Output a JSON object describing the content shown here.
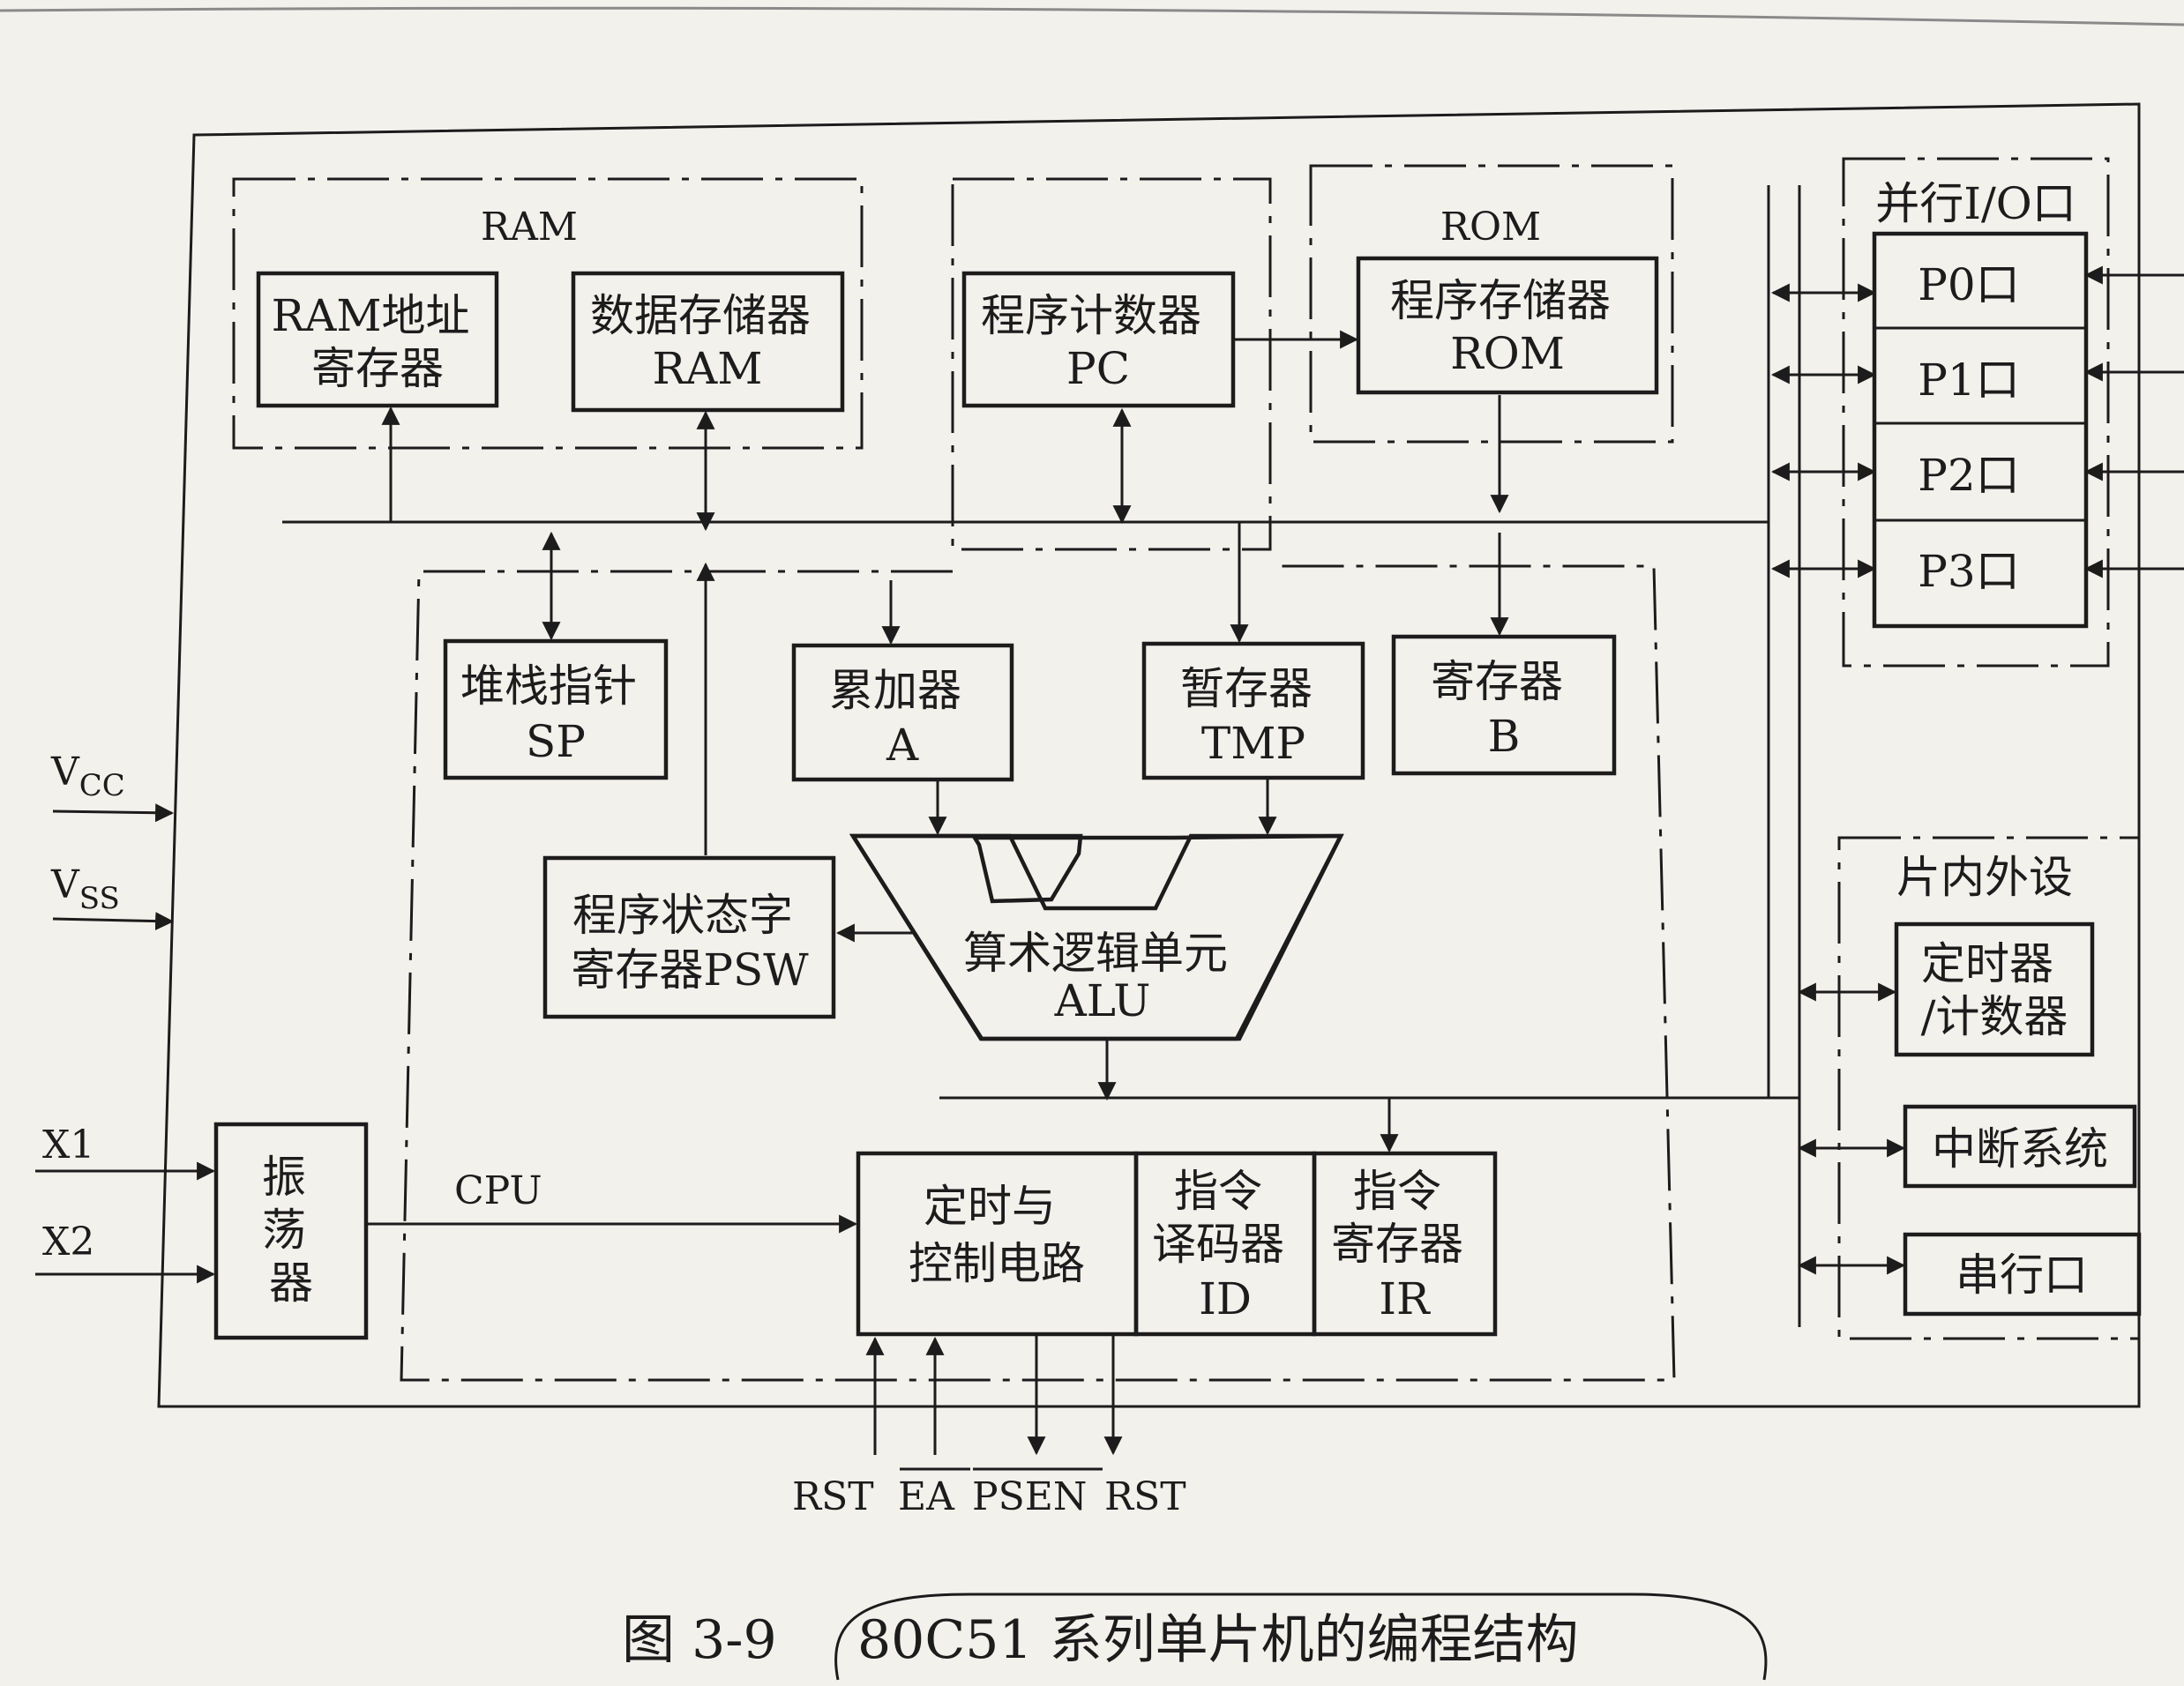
{
  "diagram": {
    "blocks": {
      "ram_group": "RAM",
      "ram_addr": [
        "RAM地址",
        "寄存器"
      ],
      "data_mem": [
        "数据存储器",
        "RAM"
      ],
      "pc": [
        "程序计数器",
        "PC"
      ],
      "rom_group": "ROM",
      "prog_mem": [
        "程序存储器",
        "ROM"
      ],
      "io_group": "并行I/O口",
      "p0": "P0口",
      "p1": "P1口",
      "p2": "P2口",
      "p3": "P3口",
      "sp": [
        "堆栈指针",
        "SP"
      ],
      "acc": [
        "累加器",
        "A"
      ],
      "tmp": [
        "暂存器",
        "TMP"
      ],
      "breg": [
        "寄存器",
        "B"
      ],
      "psw": [
        "程序状态字",
        "寄存器PSW"
      ],
      "alu": [
        "算术逻辑单元",
        "ALU"
      ],
      "periph_group": "片内外设",
      "timer": [
        "定时器",
        "/计数器"
      ],
      "interrupt": "中断系统",
      "serial": "串行口",
      "osc": [
        "振",
        "荡",
        "器"
      ],
      "cpu_label": "CPU",
      "timing": [
        "定时与",
        "控制电路"
      ],
      "id": [
        "指令",
        "译码器",
        "ID"
      ],
      "ir": [
        "指令",
        "寄存器",
        "IR"
      ]
    },
    "pins": {
      "vcc": "V",
      "vcc_sub": "CC",
      "vss": "V",
      "vss_sub": "SS",
      "x1": "X1",
      "x2": "X2",
      "bottom": [
        "RST",
        "EA",
        "PSEN",
        "RST"
      ]
    }
  },
  "caption": {
    "number": "图 3-9",
    "title": "80C51 系列单片机的编程结构"
  }
}
